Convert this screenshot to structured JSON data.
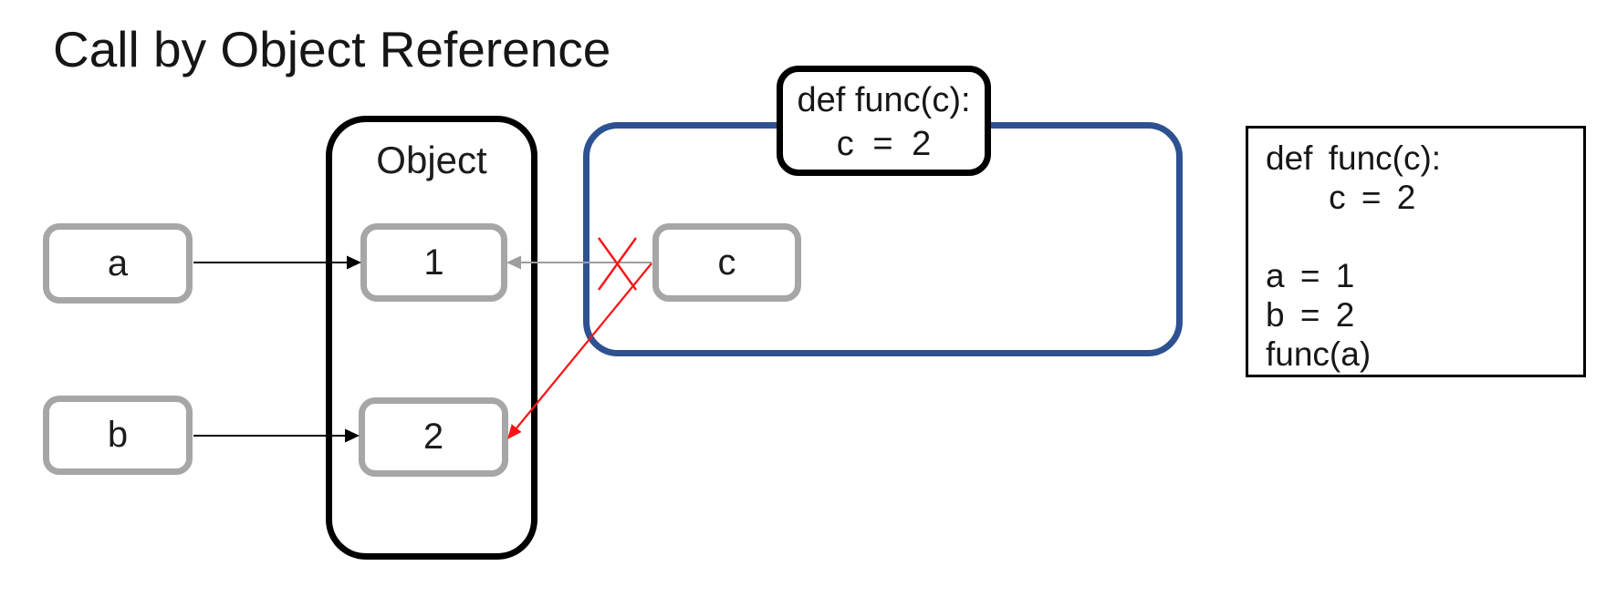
{
  "title": "Call by Object Reference",
  "object_container": {
    "label": "Object"
  },
  "variables": {
    "a": "a",
    "b": "b",
    "c": "c"
  },
  "objects": {
    "one": "1",
    "two": "2"
  },
  "def_box": {
    "line1": "def func(c):",
    "line2": "c = 2"
  },
  "code_box": {
    "lines": [
      "def func(c):",
      "    c = 2",
      "",
      "a = 1",
      "b = 2",
      "func(a)"
    ]
  },
  "arrows": [
    {
      "name": "a-to-1",
      "from": "a",
      "to": "1",
      "color": "#000000",
      "crossed_out": false
    },
    {
      "name": "b-to-2",
      "from": "b",
      "to": "2",
      "color": "#000000",
      "crossed_out": false
    },
    {
      "name": "c-to-1",
      "from": "c",
      "to": "1",
      "color": "#a6a6a6",
      "crossed_out": true
    },
    {
      "name": "c-to-2",
      "from": "c",
      "to": "2",
      "color": "#fa1414",
      "crossed_out": false
    }
  ],
  "colors": {
    "scope_blue": "#2e5192",
    "box_gray": "#a6a6a6",
    "rebind_red": "#fa1414",
    "ink_black": "#000000",
    "background": "#ffffff"
  }
}
